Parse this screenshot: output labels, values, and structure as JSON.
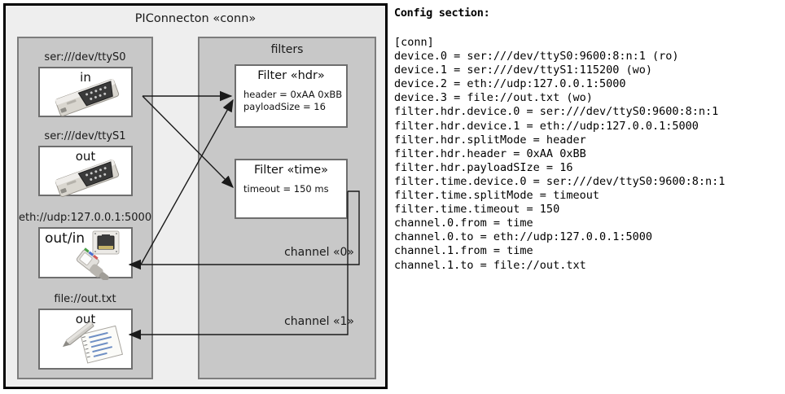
{
  "diagram": {
    "title": "PIConnecton «conn»",
    "devices_panel": {
      "items": [
        {
          "label": "ser:///dev/ttyS0",
          "name": "in",
          "icon": "serial-connector-icon",
          "align": "center"
        },
        {
          "label": "ser:///dev/ttyS1",
          "name": "out",
          "icon": "serial-connector-icon",
          "align": "center"
        },
        {
          "label": "eth://udp:127.0.0.1:5000",
          "name": "out/in",
          "icon": "ethernet-plug-icon",
          "align": "left"
        },
        {
          "label": "file://out.txt",
          "name": "out",
          "icon": "text-file-icon",
          "align": "center"
        }
      ]
    },
    "filters_panel": {
      "title": "filters",
      "filters": [
        {
          "title": "Filter «hdr»",
          "props": [
            "header = 0xAA 0xBB",
            "payloadSize = 16"
          ]
        },
        {
          "title": "Filter «time»",
          "props": [
            "timeout = 150 ms"
          ]
        }
      ],
      "channels": [
        {
          "label": "channel «0»"
        },
        {
          "label": "channel «1»"
        }
      ]
    },
    "colors": {
      "outer_fill": "#eeeeee",
      "outer_border": "#000000",
      "panel_fill": "#c8c8c8",
      "panel_border": "#7d7d7d",
      "box_fill": "#ffffff",
      "box_border": "#6e6e6e",
      "edge": "#1a1a1a"
    }
  },
  "config": {
    "heading": "Config section:",
    "lines": [
      "[conn]",
      "device.0 = ser:///dev/ttyS0:9600:8:n:1 (ro)",
      "device.1 = ser:///dev/ttyS1:115200 (wo)",
      "device.2 = eth://udp:127.0.0.1:5000",
      "device.3 = file://out.txt (wo)",
      "filter.hdr.device.0 = ser:///dev/ttyS0:9600:8:n:1",
      "filter.hdr.device.1 = eth://udp:127.0.0.1:5000",
      "filter.hdr.splitMode = header",
      "filter.hdr.header = 0xAA 0xBB",
      "filter.hdr.payloadSIze = 16",
      "filter.time.device.0 = ser:///dev/ttyS0:9600:8:n:1",
      "filter.time.splitMode = timeout",
      "filter.time.timeout = 150",
      "channel.0.from = time",
      "channel.0.to = eth://udp:127.0.0.1:5000",
      "channel.1.from = time",
      "channel.1.to = file://out.txt"
    ]
  }
}
